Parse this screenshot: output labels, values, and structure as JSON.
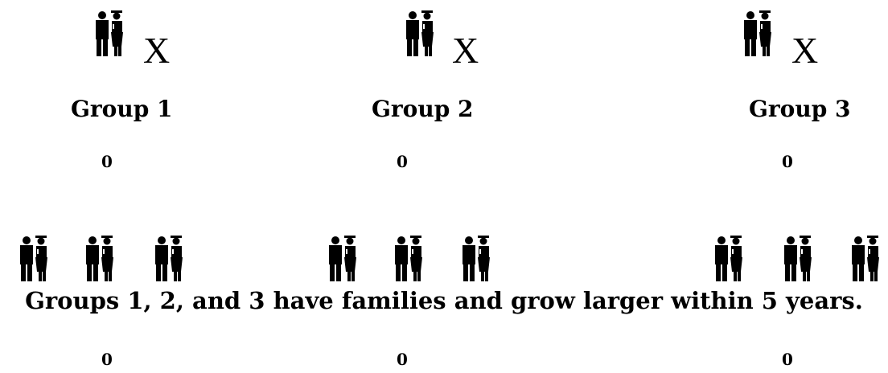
{
  "top": {
    "groups": [
      {
        "label": "Group 1",
        "x_mark": "X",
        "count": "0"
      },
      {
        "label": "Group 2",
        "x_mark": "X",
        "count": "0"
      },
      {
        "label": "Group 3",
        "x_mark": "X",
        "count": "0"
      }
    ]
  },
  "bottom": {
    "caption": "Groups 1, 2, and 3 have families and grow larger within 5 years.",
    "counts": [
      "0",
      "0",
      "0"
    ]
  },
  "icons": {
    "couple": "couple-silhouette-icon"
  }
}
